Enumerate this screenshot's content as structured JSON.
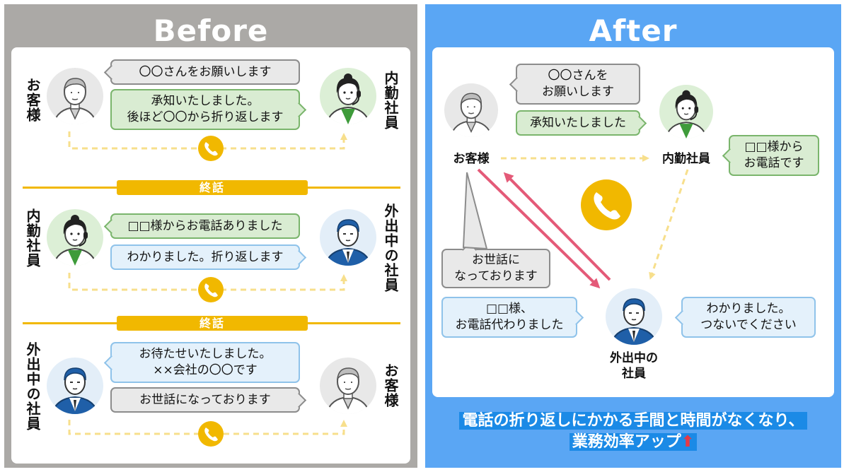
{
  "before": {
    "title": "Before",
    "labels": {
      "s1_customer": "お客様",
      "s1_staff": "内勤社員",
      "s2_staff": "内勤社員",
      "s2_outside": "外出中の社員",
      "s3_outside": "外出中の社員",
      "s3_customer": "お客様"
    },
    "bubbles": {
      "s1_request": "〇〇さんをお願いします",
      "s1_reply": "承知いたしました。\n後ほど〇〇から折り返します",
      "s2_report": "□□様からお電話ありました",
      "s2_reply": "わかりました。折り返します",
      "s3_call": "お待たせいたしました。\n××会社の〇〇です",
      "s3_reply": "お世話になっております"
    },
    "end_call_label": "終話"
  },
  "after": {
    "title": "After",
    "labels": {
      "customer": "お客様",
      "staff": "内勤社員",
      "outside": "外出中の\n社員"
    },
    "bubbles": {
      "customer_request": "〇〇さんを\nお願いします",
      "staff_reply": "承知いたしました",
      "staff_to_outside": "□□様から\nお電話です",
      "customer_greeting": "お世話に\nなっております",
      "outside_to_customer": "□□様、\nお電話代わりました",
      "outside_reply": "わかりました。\nつないでください"
    },
    "footer_line1": "電話の折り返しにかかる手間と時間がなくなり、",
    "footer_line2": "業務効率アップ"
  },
  "colors": {
    "before_bg": "#aba9a6",
    "after_bg": "#5aa6f4",
    "accent_yellow": "#f1b800",
    "dash_yellow": "#f7df8c",
    "arrow_red": "#e45a78",
    "footer_highlight": "#1b8ae6"
  },
  "icons": [
    "customer-avatar-icon",
    "staff-avatar-icon",
    "outside-staff-avatar-icon",
    "phone-icon",
    "up-arrow-icon"
  ]
}
